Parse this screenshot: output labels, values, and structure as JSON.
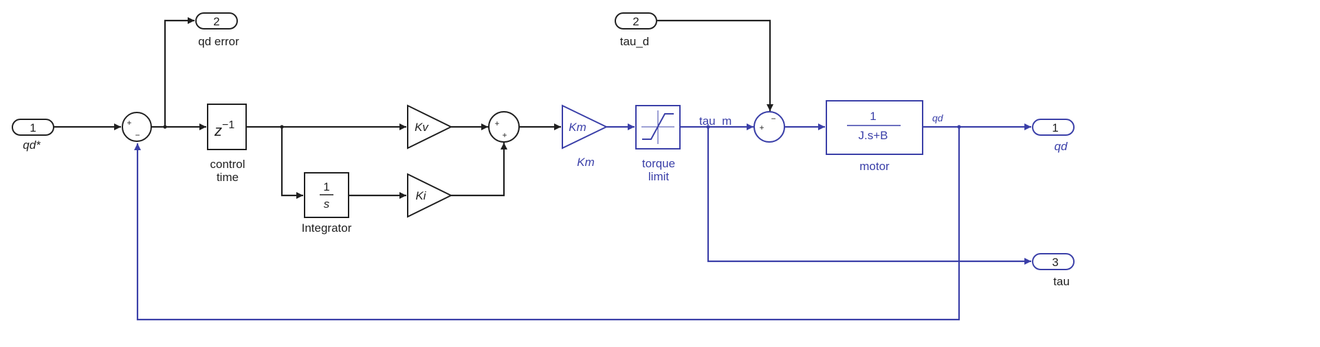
{
  "colors": {
    "black": "#1f1f1f",
    "blue": "#3a3fa8",
    "background": "#ffffff"
  },
  "ports": {
    "in_qd_star": {
      "number": "1",
      "label": "qd*",
      "color": "black"
    },
    "in_tau_d": {
      "number": "2",
      "label": "tau_d",
      "color": "black"
    },
    "out_qd_error": {
      "number": "2",
      "label": "qd error",
      "color": "black"
    },
    "out_qd": {
      "number": "1",
      "label": "qd",
      "color": "blue"
    },
    "out_tau": {
      "number": "3",
      "label": "tau",
      "color": "blue"
    }
  },
  "blocks": {
    "sum1": {
      "signs": [
        "+",
        "−"
      ]
    },
    "delay": {
      "label": "control\ntime"
    },
    "gain_kv": {
      "gain": "Kv"
    },
    "sum2": {
      "signs": [
        "+",
        "+"
      ]
    },
    "integrator": {
      "numerator": "1",
      "denominator": "s",
      "label": "Integrator"
    },
    "gain_ki": {
      "gain": "Ki"
    },
    "gain_km": {
      "gain": "Km",
      "label": "Km"
    },
    "saturation": {
      "label": "torque\nlimit"
    },
    "sum3": {
      "signs": [
        "+",
        "−"
      ]
    },
    "motor": {
      "numerator": "1",
      "denominator": "J.s+B",
      "label": "motor"
    }
  },
  "signal_labels": {
    "tau_m": "tau_m",
    "qd": "qd"
  }
}
